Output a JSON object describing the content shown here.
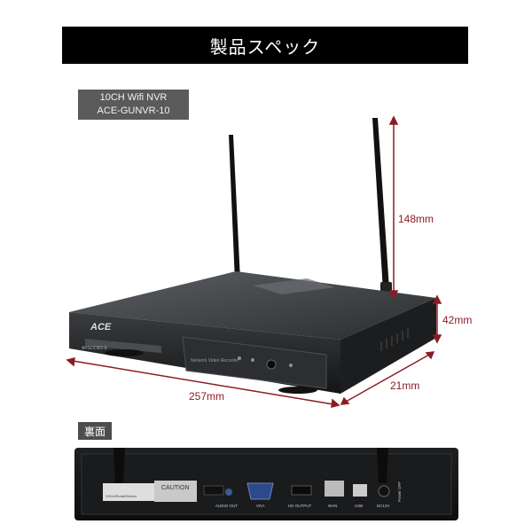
{
  "header": {
    "title": "製品スペック"
  },
  "model": {
    "line1": "10CH Wifi NVR",
    "line2": "ACE-GUNVR-10"
  },
  "dimensions": {
    "height_antenna": "148mm",
    "height_body": "42mm",
    "width": "257mm",
    "depth": "21mm"
  },
  "front": {
    "brand": "ACE",
    "model_plate": "APSOOB3-E",
    "panel_text": "Network Video Recorder"
  },
  "back": {
    "label": "裏面",
    "caution": "CAUTION",
    "sticker": "S/N:A/Retail/Sticker",
    "ports": {
      "audio_out": "AUDIO OUT",
      "vga": "VGA",
      "hd_output": "HD OUTPUT",
      "wan": "WAN",
      "usb": "USB",
      "dc": "DC12V",
      "power": "Power OFF"
    }
  },
  "colors": {
    "accent": "#8a1c24",
    "header_bg": "#000000",
    "model_bg": "#5a5a5a"
  }
}
